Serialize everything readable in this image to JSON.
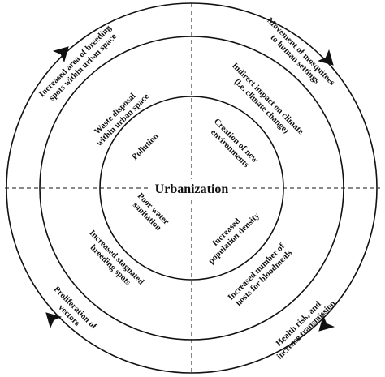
{
  "center": "Urbanization",
  "inner": {
    "top_left": [
      "Pollution"
    ],
    "top_right": [
      "Creation of new",
      "environments"
    ],
    "bottom_left": [
      "Poor water",
      "sanitation"
    ],
    "bottom_right": [
      "Increased",
      "population density"
    ]
  },
  "middle": {
    "top_left": [
      "Waste disposal",
      "within urban space"
    ],
    "top_right": [
      "Indirect impact on climate",
      "(i.e. climate change)"
    ],
    "bottom_left": [
      "Increased stagnated",
      "breeding spots"
    ],
    "bottom_right": [
      "Increased number of",
      "hosts for bloodmeals"
    ]
  },
  "outer": {
    "top_left": [
      "Increased area of breeding",
      "spots within urban space"
    ],
    "top_right": [
      "Movement  of mosquitoes",
      "to human settings"
    ],
    "bottom_left": [
      "Proliferation   of",
      "vectors"
    ],
    "bottom_right": [
      "Health risk, and",
      "increase transmission"
    ]
  },
  "arrows": [
    "arrow-top-left-icon",
    "arrow-top-right-icon",
    "arrow-bottom-left-icon",
    "arrow-bottom-right-icon"
  ],
  "colors": {
    "ink": "#111111",
    "background": "#ffffff"
  }
}
